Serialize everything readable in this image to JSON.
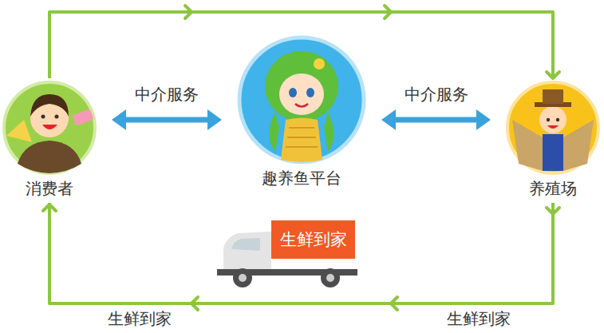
{
  "diagram": {
    "nodes": [
      {
        "text": [
          "消费者"
        ]
      },
      {
        "text": [
          "趣养鱼平台"
        ]
      },
      {
        "text": [
          "养殖场"
        ]
      },
      {
        "text": [
          "生鲜到家"
        ]
      }
    ],
    "edges": [
      {
        "from": 0,
        "to": 1,
        "arrow": "both",
        "label": "中介服务"
      },
      {
        "from": 1,
        "to": 2,
        "arrow": "both",
        "label": "中介服务"
      },
      {
        "from": 0,
        "to": 2,
        "arrow": "to"
      },
      {
        "from": 2,
        "to": 0,
        "arrow": "to",
        "label": "生鲜到家"
      }
    ],
    "labels": [
      "生鲜到家"
    ]
  }
}
